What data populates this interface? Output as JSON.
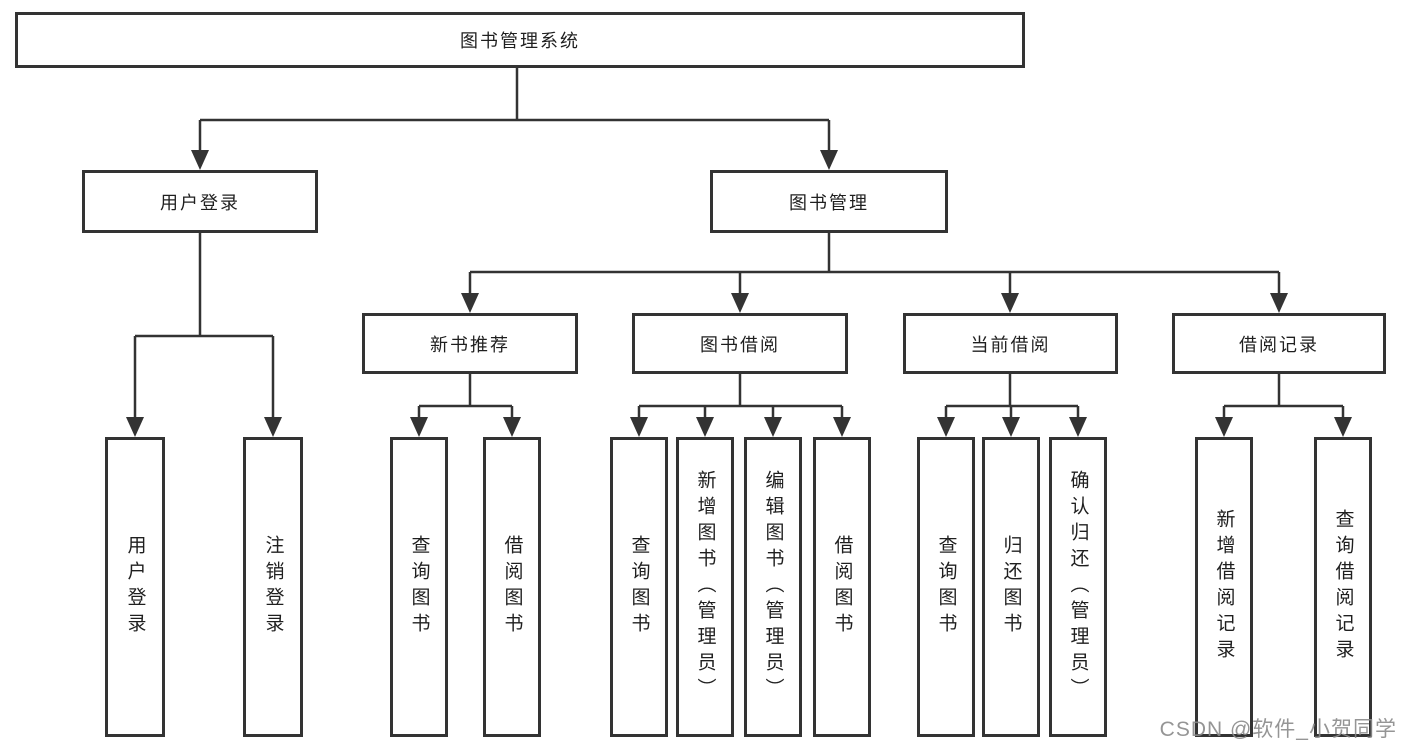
{
  "tree": {
    "root": {
      "label": "图书管理系统",
      "children": [
        {
          "label": "用户登录",
          "children": [
            {
              "label": "用户登录"
            },
            {
              "label": "注销登录"
            }
          ]
        },
        {
          "label": "图书管理",
          "children": [
            {
              "label": "新书推荐",
              "children": [
                {
                  "label": "查询图书"
                },
                {
                  "label": "借阅图书"
                }
              ]
            },
            {
              "label": "图书借阅",
              "children": [
                {
                  "label": "查询图书"
                },
                {
                  "label": "新增图书（管理员）"
                },
                {
                  "label": "编辑图书（管理员）"
                },
                {
                  "label": "借阅图书"
                }
              ]
            },
            {
              "label": "当前借阅",
              "children": [
                {
                  "label": "查询图书"
                },
                {
                  "label": "归还图书"
                },
                {
                  "label": "确认归还（管理员）"
                }
              ]
            },
            {
              "label": "借阅记录",
              "children": [
                {
                  "label": "新增借阅记录"
                },
                {
                  "label": "查询借阅记录"
                }
              ]
            }
          ]
        }
      ]
    }
  },
  "watermark": "CSDN @软件_小贺同学",
  "colors": {
    "line": "#333333",
    "box_border": "#333333",
    "text": "#1f1f1f",
    "watermark": "#8a8a8a",
    "background": "#ffffff"
  }
}
